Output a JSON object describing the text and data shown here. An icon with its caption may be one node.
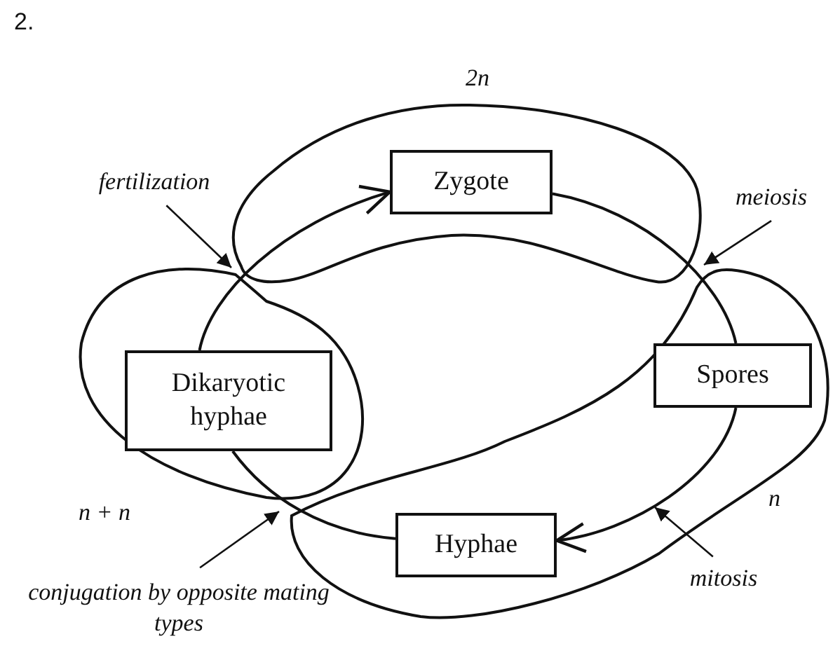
{
  "diagram": {
    "nodes": [
      {
        "text": [
          "Zygote"
        ]
      },
      {
        "text": [
          "Dikaryotic hyphae"
        ]
      },
      {
        "text": [
          "Spores"
        ]
      },
      {
        "text": [
          "Hyphae"
        ]
      },
      {
        "text": [
          "fertilization"
        ]
      },
      {
        "text": [
          "meiosis"
        ]
      },
      {
        "text": [
          "conjugation by opposite mating types"
        ]
      },
      {
        "text": [
          "mitosis"
        ]
      }
    ],
    "edges": [
      {
        "from": 1,
        "to": 0,
        "arrow": "to"
      },
      {
        "from": 0,
        "to": 2,
        "arrow": "none"
      },
      {
        "from": 2,
        "to": 3,
        "arrow": "to"
      },
      {
        "from": 3,
        "to": 1,
        "arrow": "none"
      },
      {
        "from": 4,
        "to": null,
        "arrow": "to"
      },
      {
        "from": 5,
        "to": null,
        "arrow": "to"
      },
      {
        "from": 6,
        "to": null,
        "arrow": "to"
      },
      {
        "from": 7,
        "to": null,
        "arrow": "to"
      }
    ],
    "labels": [
      "2.",
      "2n",
      "n + n",
      "n"
    ]
  }
}
